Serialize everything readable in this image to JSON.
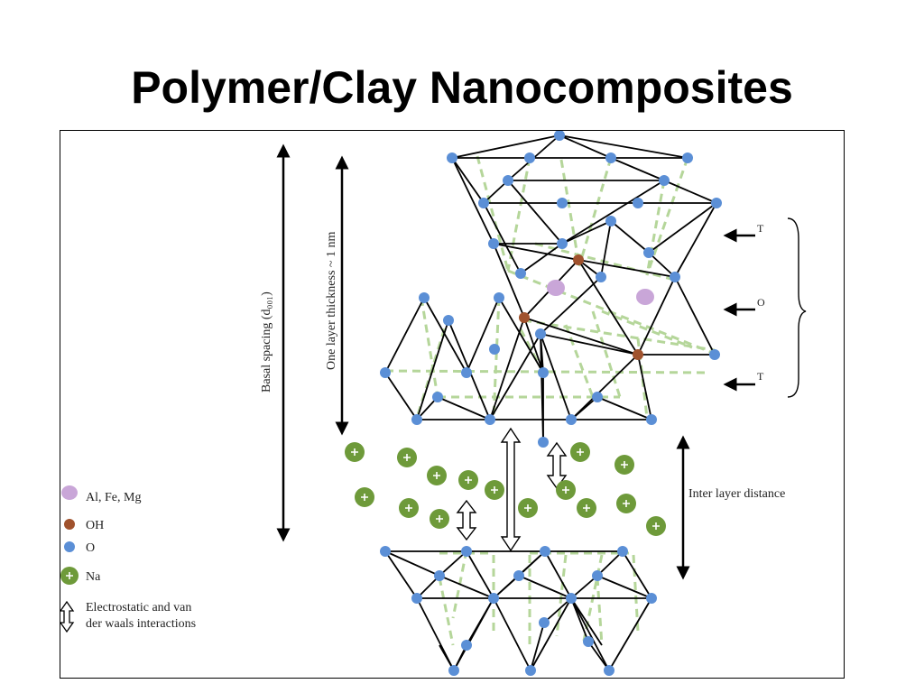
{
  "title": "Polymer/Clay Nanocomposites",
  "figure": {
    "labels": {
      "basal_spacing": "Basal spacing (d₀₀₁)",
      "layer_thickness": "One layer thickness ~ 1 nm",
      "inter_layer": "Inter layer distance",
      "tet_top": "T",
      "oct": "O",
      "tet_bottom": "T"
    },
    "legend": [
      {
        "symbol": "large-lilac-circle",
        "color": "#c9a6d8",
        "label": "Al, Fe, Mg"
      },
      {
        "symbol": "brown-circle",
        "color": "#a0522d",
        "label": "OH"
      },
      {
        "symbol": "blue-circle",
        "color": "#5b8fd6",
        "label": "O"
      },
      {
        "symbol": "green-plus-circle",
        "color": "#6e9a3a",
        "label": "Na"
      },
      {
        "symbol": "double-arrow-icon",
        "label": "Electrostatic and van"
      },
      {
        "symbol": "",
        "label": "der waals interactions"
      }
    ],
    "colors": {
      "oxygen": "#5b8fd6",
      "hydroxyl": "#a0522d",
      "metal": "#c9a6d8",
      "sodium": "#6e9a3a",
      "dashed": "#b5d69a",
      "bond": "#000000"
    }
  }
}
